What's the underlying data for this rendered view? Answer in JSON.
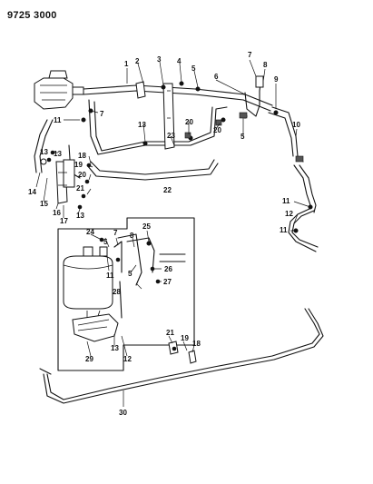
{
  "document_number": "9725 3000",
  "callouts": {
    "c1": "1",
    "c2": "2",
    "c3": "3",
    "c4": "4",
    "c5a": "5",
    "c6": "6",
    "c7a": "7",
    "c8a": "8",
    "c9": "9",
    "c10": "10",
    "c11a": "11",
    "c7b": "7",
    "c13a": "13",
    "c20a": "20",
    "c20b": "20",
    "c5b": "5",
    "c23": "23",
    "c13b": "13",
    "c18a": "18",
    "c19a": "19",
    "c20c": "20",
    "c21a": "21",
    "c22": "22",
    "c13c": "13",
    "c14": "14",
    "c15": "15",
    "c16": "16",
    "c17": "17",
    "c13d": "13",
    "c11b": "11",
    "c12a": "12",
    "c11c": "11",
    "c25": "25",
    "c24": "24",
    "c5c": "5",
    "c7c": "7",
    "c8b": "8",
    "c11d": "11",
    "c5d": "5",
    "c26": "26",
    "c28": "28",
    "c27": "27",
    "c13e": "13",
    "c29": "29",
    "c12b": "12",
    "c21b": "21",
    "c19b": "19",
    "c18b": "18",
    "c30": "30"
  }
}
